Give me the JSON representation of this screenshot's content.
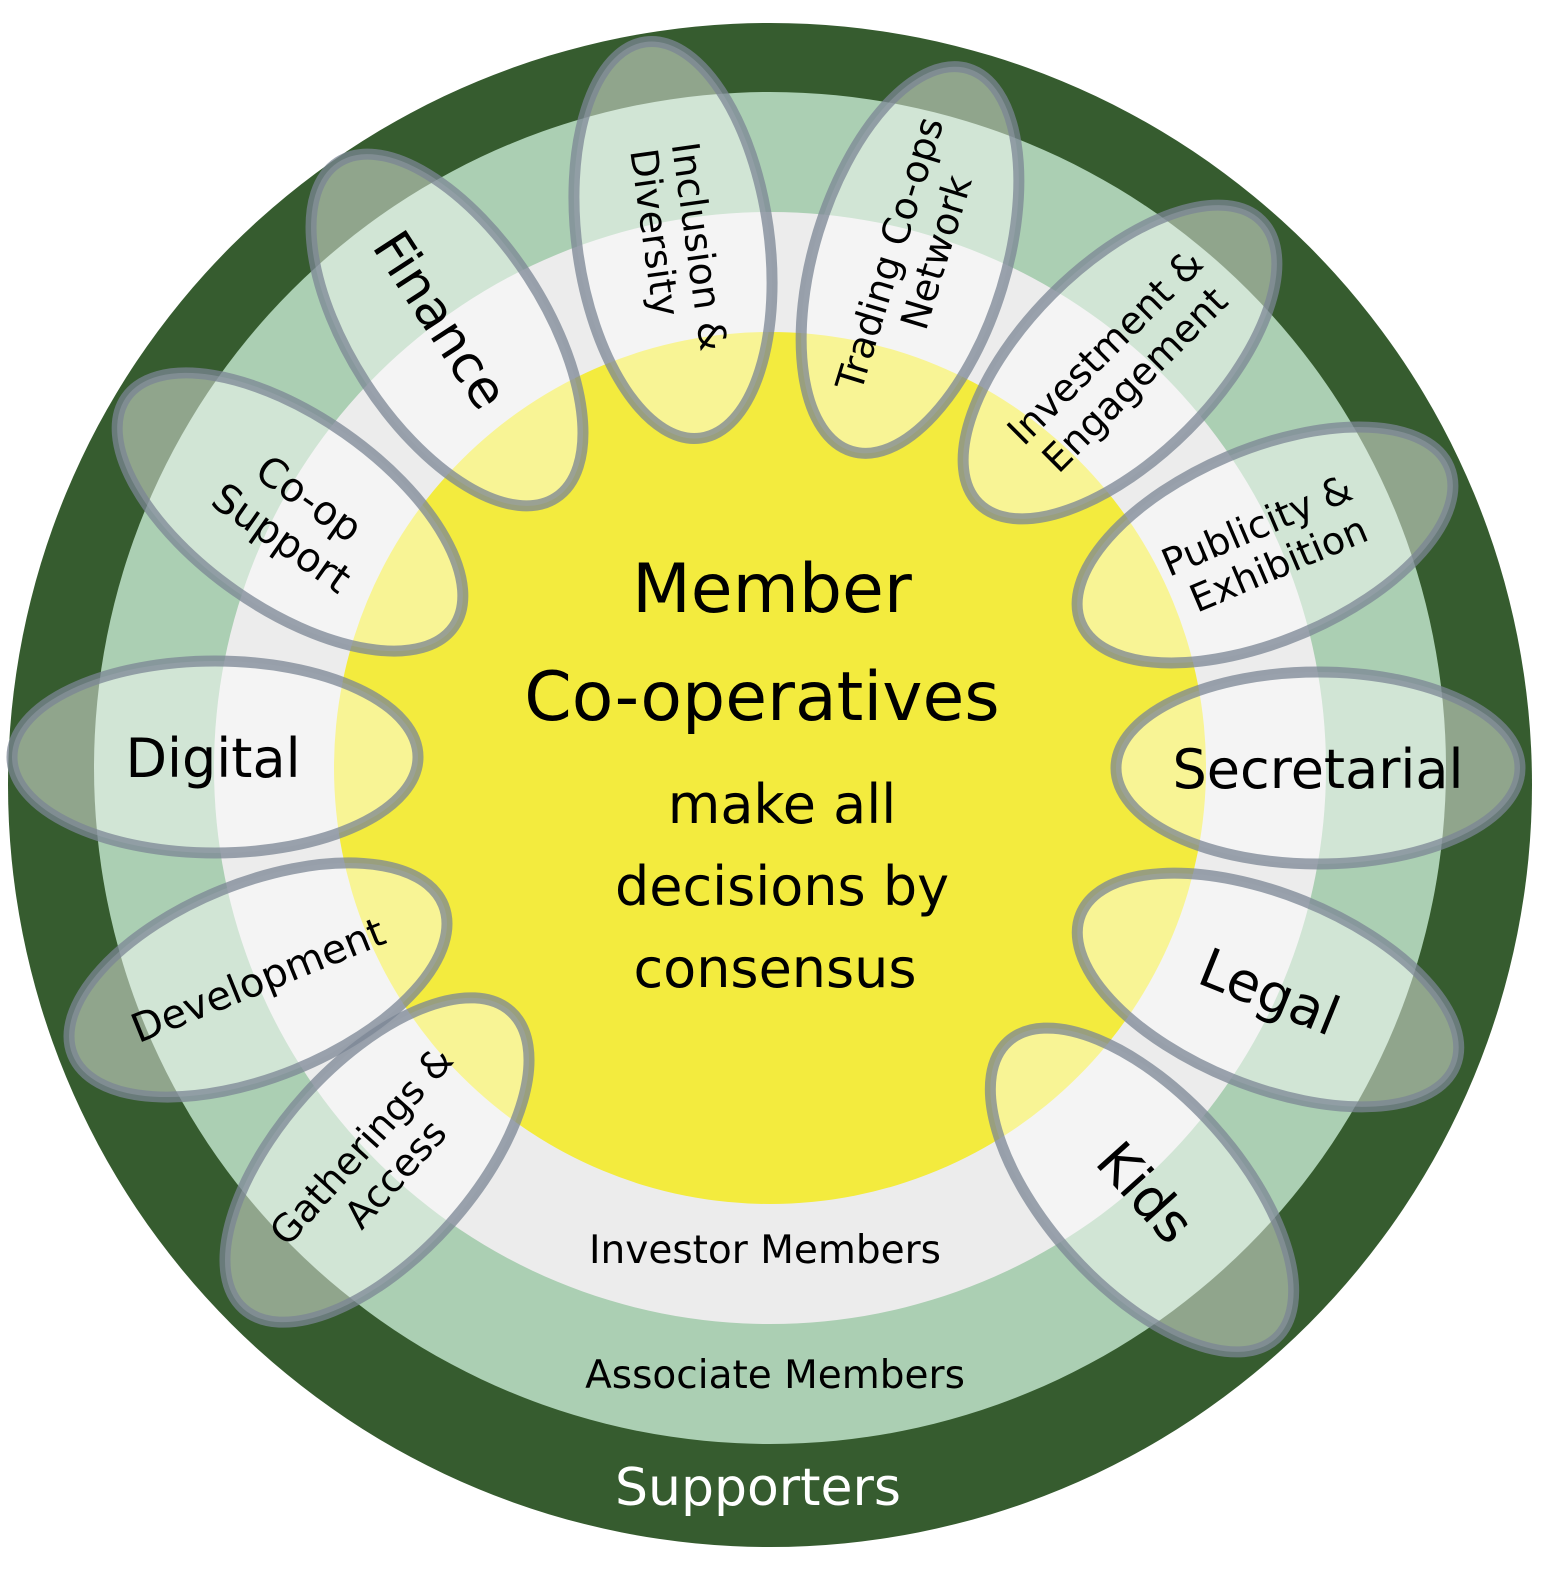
{
  "diagram": {
    "center": {
      "line1": "Member",
      "line2": "Co-operatives",
      "line3": "make all",
      "line4": "decisions by",
      "line5": "consensus"
    },
    "rings": {
      "investor": "Investor Members",
      "associate": "Associate Members",
      "supporters": "Supporters"
    },
    "working_groups": [
      {
        "id": "digital",
        "lines": [
          "Digital"
        ]
      },
      {
        "id": "coop-support",
        "lines": [
          "Co-op",
          "Support"
        ]
      },
      {
        "id": "finance",
        "lines": [
          "Finance"
        ]
      },
      {
        "id": "inclusion-diversity",
        "lines": [
          "Inclusion &",
          "Diversity"
        ]
      },
      {
        "id": "trading-coops-network",
        "lines": [
          "Trading Co-ops",
          "Network"
        ]
      },
      {
        "id": "investment-engagement",
        "lines": [
          "Investment &",
          "Engagement"
        ]
      },
      {
        "id": "publicity-exhibition",
        "lines": [
          "Publicity &",
          "Exhibition"
        ]
      },
      {
        "id": "secretarial",
        "lines": [
          "Secretarial"
        ]
      },
      {
        "id": "legal",
        "lines": [
          "Legal"
        ]
      },
      {
        "id": "kids",
        "lines": [
          "Kids"
        ]
      },
      {
        "id": "gatherings-access",
        "lines": [
          "Gatherings &",
          "Access"
        ]
      },
      {
        "id": "development",
        "lines": [
          "Development"
        ]
      }
    ],
    "colors": {
      "supporters_ring": "#365c2f",
      "associate_ring": "#abcfb3",
      "investor_ring": "#ececec",
      "core": "#f3eb3e",
      "petal_stroke": "#7b8594",
      "petal_fill": "#ffffff"
    }
  }
}
